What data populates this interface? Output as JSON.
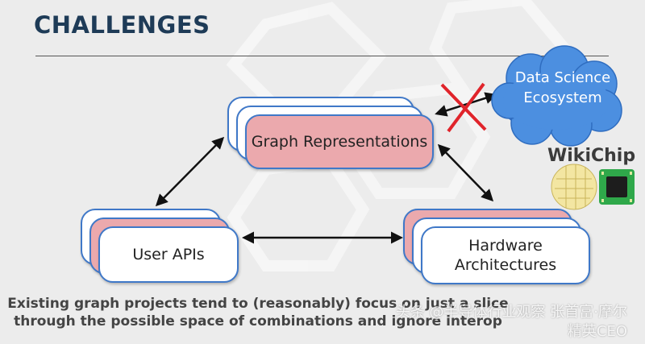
{
  "slide": {
    "title": "CHALLENGES",
    "caption_line1": "Existing graph projects tend to (reasonably) focus on just a slice",
    "caption_line2": "through the possible space of combinations and ignore interop"
  },
  "nodes": {
    "graph_representations": "Graph Representations",
    "user_apis": "User APIs",
    "hardware_architectures": "Hardware Architectures",
    "data_science_ecosystem": "Data Science Ecosystem"
  },
  "logo": {
    "wikichip": "WikiChip"
  },
  "watermark": {
    "text": "头条 @半导体行业观察 张首富·摩尔精英CEO"
  },
  "colors": {
    "title": "#1e3b57",
    "card_border": "#3f78c8",
    "card_pink": "#eba9ad",
    "cloud": "#4c8fe0",
    "cross": "#e0242b"
  }
}
